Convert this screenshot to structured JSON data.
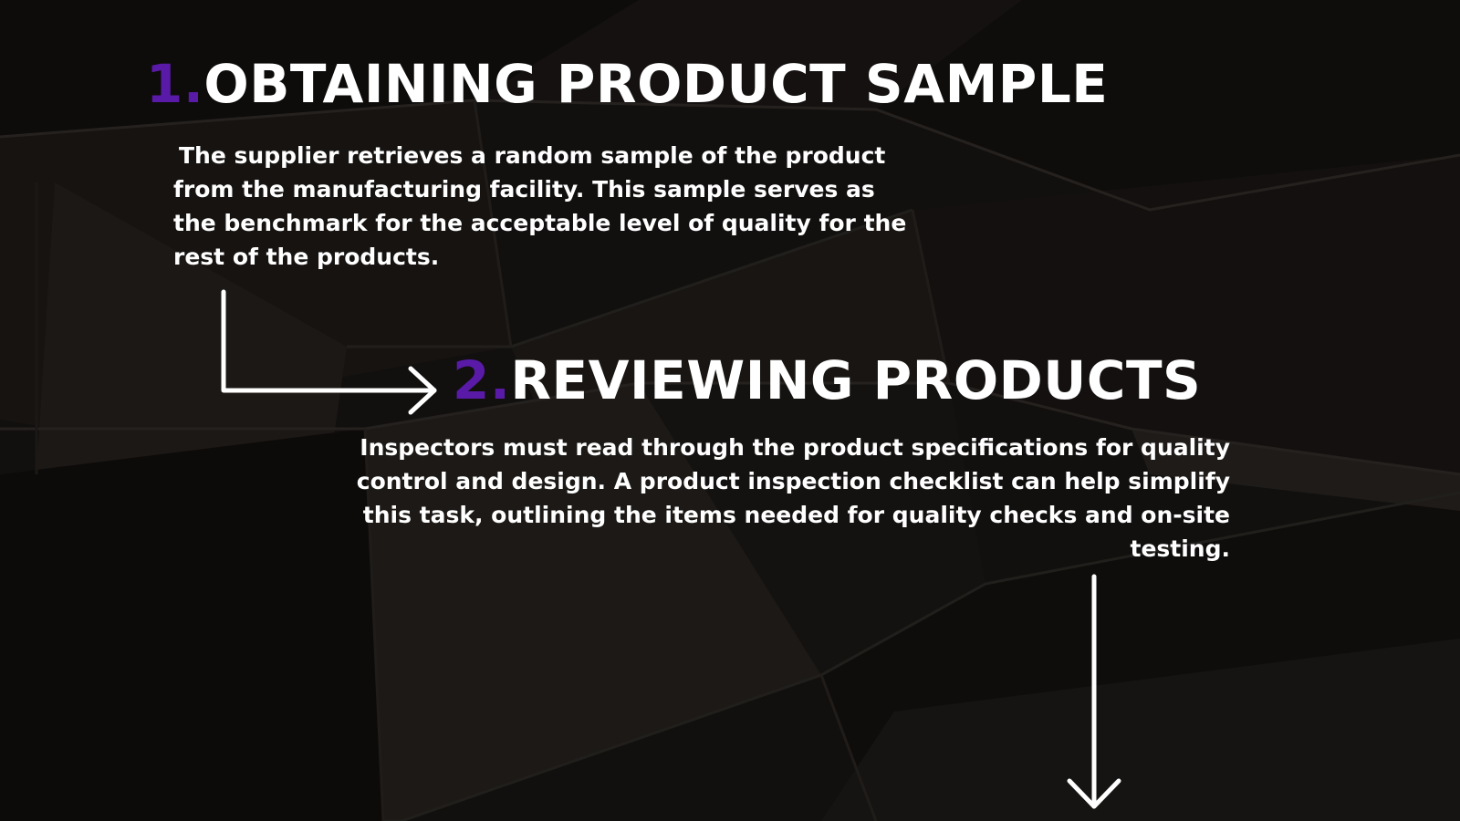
{
  "steps": [
    {
      "number": "1.",
      "title": "OBTAINING PRODUCT SAMPLE",
      "description": "The supplier retrieves a random sample of the product from the manufacturing facility. This sample serves as the benchmark for the acceptable level of quality for the rest of the products."
    },
    {
      "number": "2.",
      "title": "REVIEWING PRODUCTS",
      "description": "Inspectors must read through the product specifications for quality control and design. A product inspection checklist can help simplify this task, outlining the items needed for quality checks and on-site testing."
    }
  ],
  "colors": {
    "accent": "#5a1aa8",
    "text": "#ffffff",
    "background": "#1b1816"
  },
  "icons": [
    "elbow-arrow-icon",
    "down-arrow-icon"
  ]
}
